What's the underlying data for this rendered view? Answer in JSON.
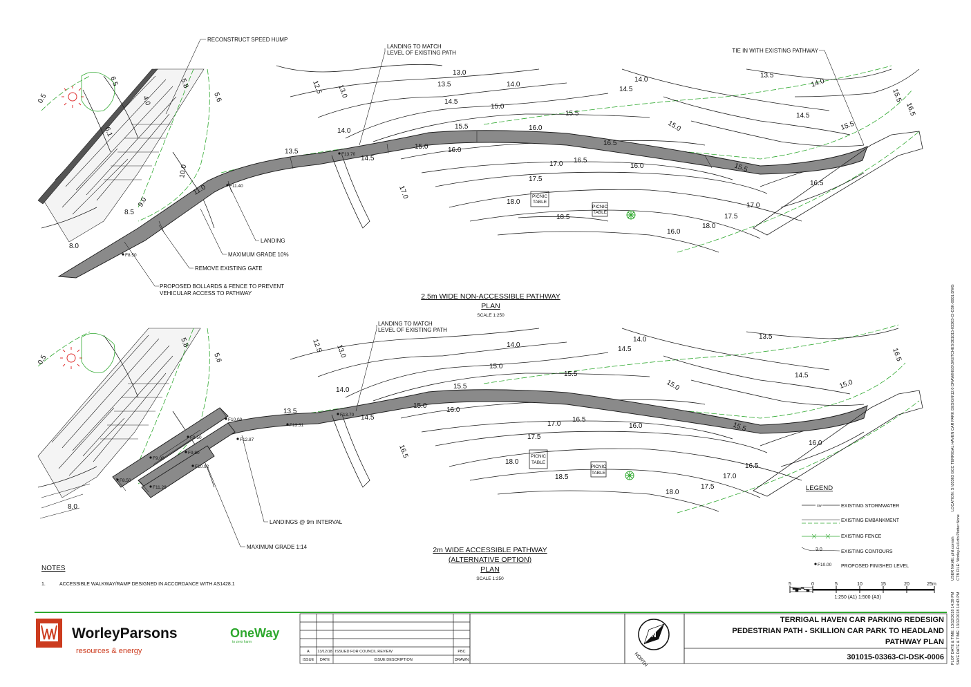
{
  "plan1": {
    "title": "2.5m WIDE NON-ACCESSIBLE PATHWAY",
    "subtitle": "PLAN",
    "scale": "SCALE 1:250",
    "callouts": {
      "speed_hump": "RECONSTRUCT SPEED HUMP",
      "landing_match_1": "LANDING TO MATCH",
      "landing_match_2": "LEVEL OF EXISTING PATH",
      "tie_in": "TIE IN WITH EXISTING PATHWAY",
      "landing": "LANDING",
      "max_grade": "MAXIMUM GRADE 10%",
      "remove_gate": "REMOVE EXISTING GATE",
      "bollards_1": "PROPOSED BOLLARDS & FENCE TO PREVENT",
      "bollards_2": "VEHICULAR ACCESS TO PATHWAY"
    },
    "levels": [
      "F8.50",
      "F11.40",
      "F13.70"
    ],
    "contours": [
      "0.5",
      "6.5",
      "4.0",
      "5.8",
      "5.6",
      "6.1",
      "8.5",
      "9.0",
      "10.0",
      "11.0",
      "8.0",
      "12.5",
      "13.0",
      "13.5",
      "14.0",
      "14.5",
      "15.0",
      "15.5",
      "16.0",
      "16.5",
      "17.0",
      "17.5",
      "18.0",
      "18.5",
      "13.0",
      "13.5",
      "14.0",
      "14.5",
      "15.0",
      "15.5",
      "16.0",
      "14.0",
      "14.5",
      "13.5",
      "14.0",
      "14.5",
      "15.0",
      "15.5",
      "15.5",
      "16.0",
      "16.5",
      "17.0",
      "17.5",
      "18.0",
      "16.0",
      "16.5",
      "17.0",
      "15.5",
      "16.5"
    ],
    "picnic_1": [
      "PICNIC",
      "TABLE"
    ],
    "picnic_2": [
      "PICNIC",
      "TABLE"
    ]
  },
  "plan2": {
    "title": "2m WIDE ACCESSIBLE PATHWAY",
    "subtitle_1": "(ALTERNATIVE OPTION)",
    "subtitle_2": "PLAN",
    "scale": "SCALE 1:250",
    "callouts": {
      "landing_match_1": "LANDING TO MATCH",
      "landing_match_2": "LEVEL OF EXISTING PATH",
      "landings": "LANDINGS @ 9m INTERVAL",
      "max_grade": "MAXIMUM GRADE 1:14"
    },
    "levels": [
      "F10.00",
      "F9.50",
      "F9.00",
      "F8.50",
      "F11.28",
      "F9.80",
      "F10.92",
      "F12.87",
      "F13.31",
      "F13.70"
    ],
    "contours": [
      "0.5",
      "5.8",
      "5.6",
      "12.5",
      "13.0",
      "13.5",
      "14.0",
      "14.5",
      "15.0",
      "15.5",
      "16.0",
      "16.5",
      "17.0",
      "17.5",
      "18.0",
      "18.5",
      "8.0",
      "14.0",
      "14.5",
      "13.5",
      "14.0",
      "15.0",
      "15.5",
      "15.5",
      "16.0",
      "16.5",
      "17.0",
      "17.5",
      "18.0",
      "16.0",
      "16.5",
      "15.0",
      "16.5",
      "14.5",
      "15.0"
    ],
    "picnic_1": [
      "PICNIC",
      "TABLE"
    ],
    "picnic_2": [
      "PICNIC",
      "TABLE"
    ]
  },
  "legend": {
    "title": "LEGEND",
    "items": [
      "EXISTING STORMWATER",
      "EXISTING EMBANKMENT",
      "EXISTING FENCE",
      "EXISTING CONTOURS",
      "PROPOSED FINISHED LEVEL"
    ],
    "sw_code": "sw",
    "contour_value": "3.0",
    "level_value": "F10.00"
  },
  "notes": {
    "title": "NOTES",
    "num": "1.",
    "item": "ACCESSIBLE WALKWAY/RAMP DESIGNED IN ACCORDANCE WITH AS1428.1"
  },
  "scale_bar": {
    "ticks": [
      "5",
      "0",
      "5",
      "10",
      "15",
      "20",
      "25m"
    ],
    "caption": "1:250 (A1)   1:500 (A3)"
  },
  "title_block": {
    "company": "WorleyParsons",
    "tagline": "resources & energy",
    "oneway": "OneWay",
    "oneway_tag": "to zero harm",
    "rev_row": [
      "A",
      "13/12/18",
      "ISSUED FOR COUNCIL REVIEW",
      "PBC"
    ],
    "rev_headers": [
      "ISSUE",
      "DATE",
      "ISSUE DESCRIPTION",
      "DRAWN"
    ],
    "north": "NORTH",
    "north_letter": "N",
    "title_1": "TERRIGAL HAVEN CAR PARKING REDESIGN",
    "title_2": "PEDESTRIAN PATH - SKILLION CAR PARK TO HEADLAND",
    "title_3": "PATHWAY PLAN",
    "drawing_no": "301015-03363-CI-DSK-0006",
    "side_1": "LOCATION: S:\\03363 GCC TERRIGAL HAVEN CAR PARK DESIGN\\12.0 DRAWINGS\\SKETCHES\\301015-03363-CI-DSK-0001.DWG",
    "side_2": "USER NAME: phil.cornish",
    "side_3": "CTB FILE: Worley-Full.ctb  Plotter:None",
    "side_4": "PLOT DATE & TIME: 13/12/2018 14:39 PM",
    "side_5": "SAVE DATE & TIME: 13/12/2018 14:43 PM"
  },
  "colors": {
    "path": "#8a8a8a",
    "green": "#2ea82e",
    "red": "#e03030",
    "brand_red": "#cc3b1e"
  }
}
